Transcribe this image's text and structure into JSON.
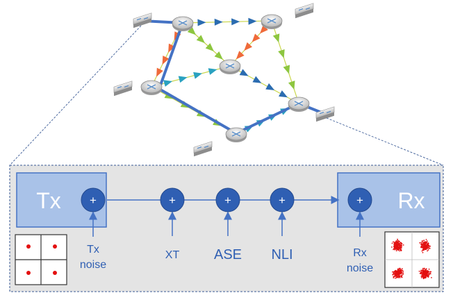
{
  "tx": {
    "label": "Tx",
    "noise_label_line1": "Tx",
    "noise_label_line2": "noise"
  },
  "rx": {
    "label": "Rx",
    "noise_label_line1": "Rx",
    "noise_label_line2": "noise"
  },
  "impairments": [
    {
      "id": "xt",
      "label": "XT"
    },
    {
      "id": "ase",
      "label": "ASE"
    },
    {
      "id": "nli",
      "label": "NLI"
    }
  ],
  "adder_symbol": "+",
  "colors": {
    "block_fill": "#a9c2e8",
    "block_stroke": "#4472c4",
    "adder_fill": "#2f5fb3",
    "line": "#4472c4",
    "panel_fill": "#e4e4e4",
    "constellation_point": "#e31010",
    "path_highlight": "#4472c4",
    "amp_green": "#8dc63f",
    "amp_blue": "#2b6cb0",
    "amp_orange": "#ef6a3a",
    "amp_teal": "#2aa1c0"
  },
  "icons": {
    "router": "router-icon",
    "edge_device": "network-switch-icon",
    "amplifier": "amplifier-triangle-icon",
    "tx_constellation": "qpsk-constellation-clean-icon",
    "rx_constellation": "qpsk-constellation-noisy-icon"
  }
}
